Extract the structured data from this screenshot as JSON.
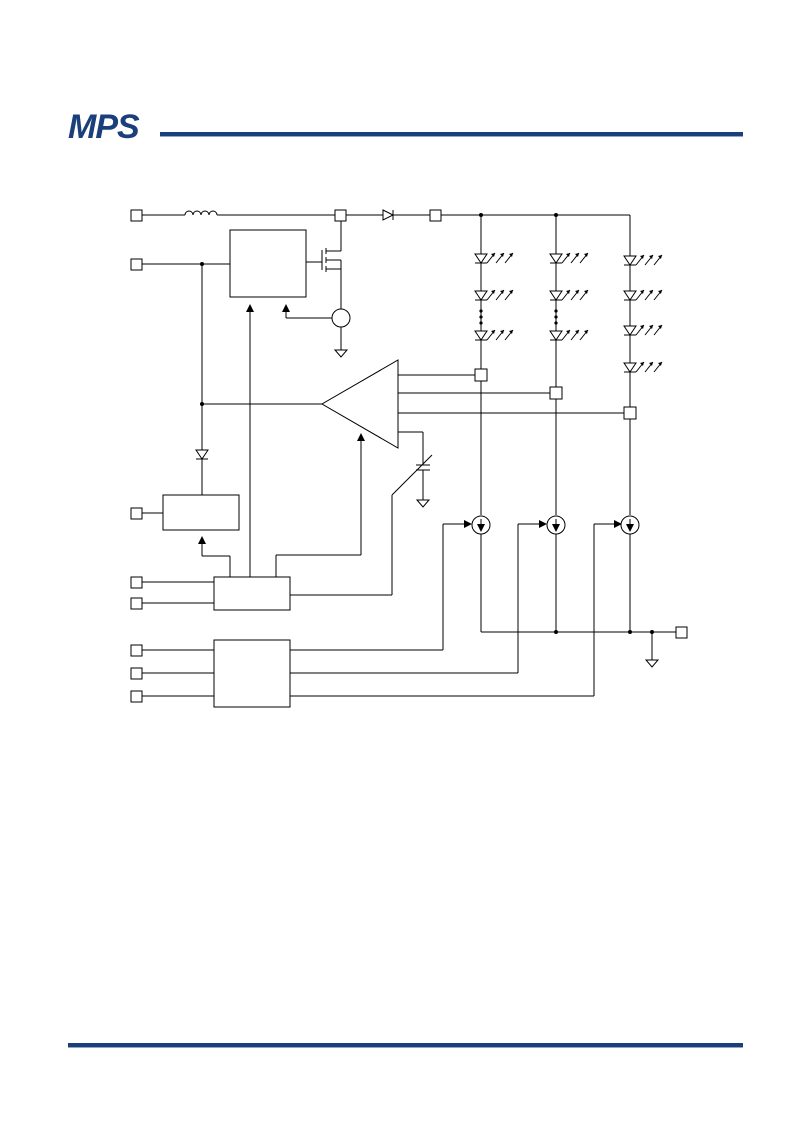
{
  "header": {
    "logo_text": "MPS",
    "accent_color": "#1a3f7a",
    "rule_color": "#1a3f7a"
  },
  "diagram": {
    "type": "block-diagram",
    "line_color": "#000000",
    "led_strings": [
      {
        "id": "string-1",
        "led_count": 3,
        "has_ellipsis": true
      },
      {
        "id": "string-2",
        "led_count": 3,
        "has_ellipsis": true
      },
      {
        "id": "string-3",
        "led_count": 4,
        "has_ellipsis": false
      }
    ]
  },
  "footer": {
    "rule_color": "#1a3f7a"
  }
}
